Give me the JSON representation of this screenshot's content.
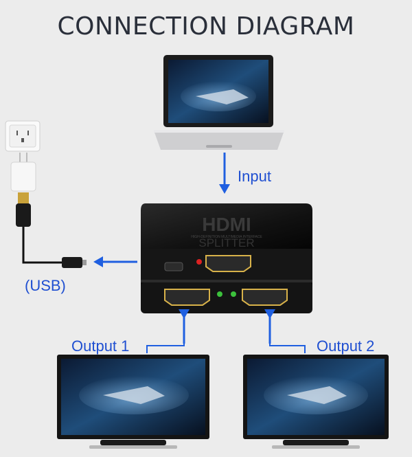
{
  "title": "CONNECTION DIAGRAM",
  "labels": {
    "input": "Input",
    "usb": "(USB)",
    "output1": "Output 1",
    "output2": "Output 2"
  },
  "device": {
    "brand": "HDMI",
    "subtitle": "HIGH-DEFINITION MULTIMEDIA INTERFACE",
    "model": "SPLITTER"
  },
  "colors": {
    "arrow": "#1f5fe0",
    "label": "#1f4fd1",
    "title": "#2a2f3a"
  }
}
